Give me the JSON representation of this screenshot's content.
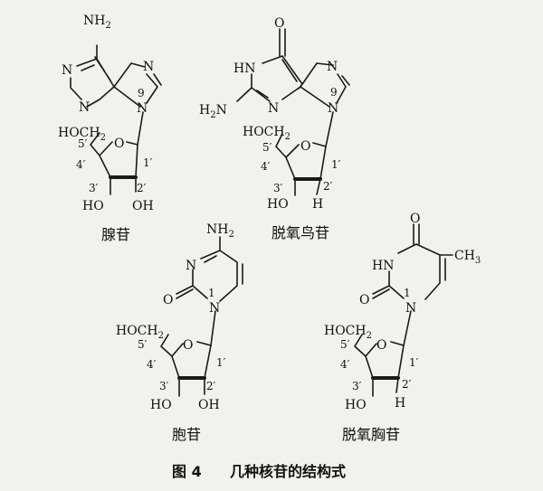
{
  "atoms": {
    "nh2": "NH",
    "h2n": "H",
    "n": "N",
    "o": "O",
    "hn": "HN",
    "hoch2": "HOCH",
    "ho": "HO",
    "oh": "OH",
    "h": "H",
    "ch3": "CH",
    "sub2": "2",
    "sub3": "3"
  },
  "positions": {
    "p9": "9",
    "p1": "1",
    "p1p": "1′",
    "p2p": "2′",
    "p3p": "3′",
    "p4p": "4′",
    "p5p": "5′"
  },
  "names": {
    "adenosine": "腺苷",
    "deoxyguanosine": "脱氧鸟苷",
    "cytidine": "胞苷",
    "thymidine": "脱氧胸苷"
  },
  "caption": {
    "label": "图 4",
    "text": "几种核苷的结构式"
  }
}
